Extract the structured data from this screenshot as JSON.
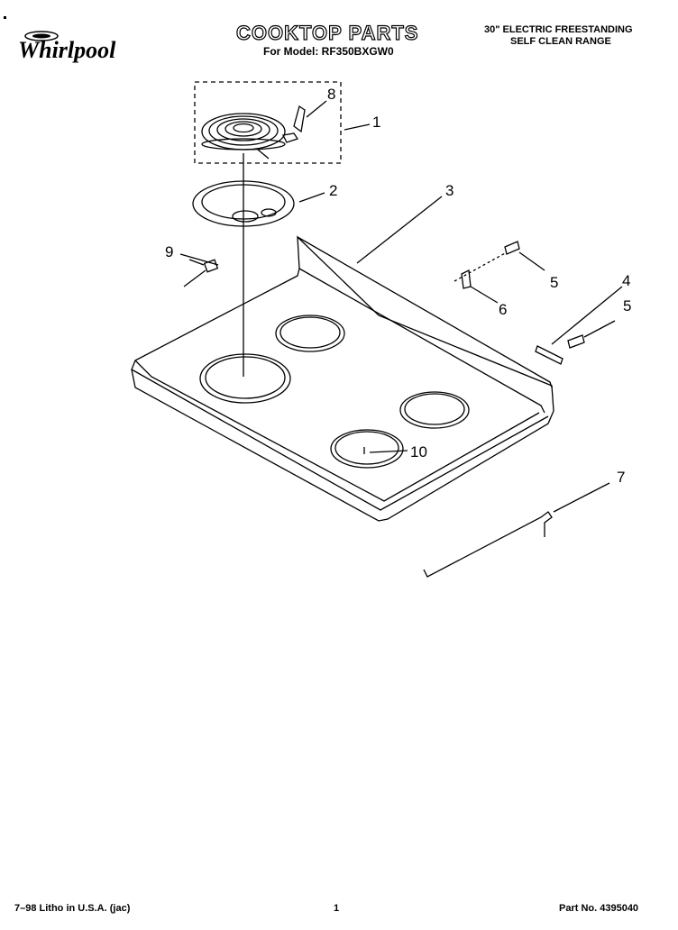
{
  "header": {
    "brand": "Whirlpool",
    "title": "COOKTOP PARTS",
    "model_line": "For Model: RF350BXGW0",
    "product_line1": "30\" ELECTRIC FREESTANDING",
    "product_line2": "SELF CLEAN RANGE"
  },
  "callouts": [
    "1",
    "2",
    "3",
    "4",
    "5",
    "5",
    "6",
    "7",
    "8",
    "9",
    "10"
  ],
  "footer": {
    "litho": "7–98 Litho in U.S.A. (jac)",
    "page": "1",
    "part_no": "Part No. 4395040"
  }
}
